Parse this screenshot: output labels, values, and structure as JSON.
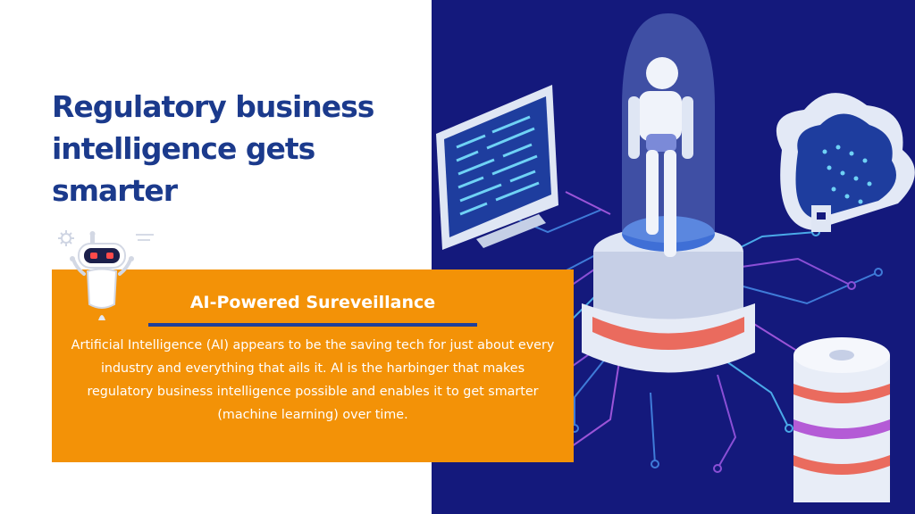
{
  "heading": "Regulatory business intelligence gets smarter",
  "card": {
    "title": "AI-Powered Sureveillance",
    "body": "Artificial Intelligence (AI) appears to be the saving tech for just about every industry and everything that ails it. AI is the harbinger that makes regulatory business intelligence possible and enables it to get smarter (machine learning) over time."
  },
  "colors": {
    "heading": "#1b3a8c",
    "card_background": "#f39207",
    "card_rule": "#1f3f9a",
    "illustration_background": "#14197c"
  },
  "icons": [
    "robot-mascot-icon",
    "gear-icon",
    "robot-illustration-icon",
    "computer-monitor-icon",
    "cloud-storage-icon",
    "database-stack-icon",
    "circuit-lines-icon"
  ]
}
